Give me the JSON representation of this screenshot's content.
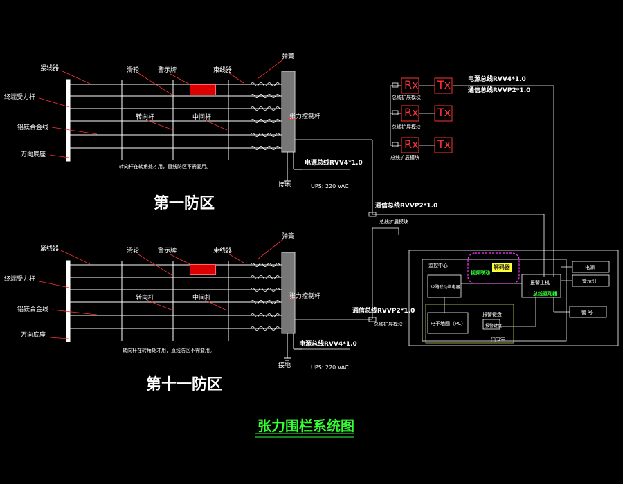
{
  "zone1": {
    "labels": {
      "tensioner": "紧线器",
      "pulley": "滑轮",
      "warning_sign": "警示牌",
      "bundler": "束线器",
      "spring": "弹簧",
      "end_post": "终端受力杆",
      "turn_post": "转向杆",
      "middle_post": "中间杆",
      "tension_control_post": "张力控制杆",
      "alloy_wire": "铝镁合金线",
      "universal_base": "万向底座",
      "note": "转向杆在转角处才用，直线防区不需要用。",
      "ground": "接地",
      "ups": "UPS: 220 VAC",
      "power_bus": "电源总线RVV4*1.0",
      "comm_bus": "通信总线RVVP2*1.0",
      "bus_ext": "总线扩展模块"
    },
    "zone_name": "第一防区"
  },
  "zone11": {
    "labels": {
      "tensioner": "紧线器",
      "pulley": "滑轮",
      "warning_sign": "警示牌",
      "bundler": "束线器",
      "spring": "弹簧",
      "end_post": "终端受力杆",
      "turn_post": "转向杆",
      "middle_post": "中间杆",
      "tension_control_post": "张力控制杆",
      "alloy_wire": "铝镁合金线",
      "universal_base": "万向底座",
      "note": "转向杆在转角处才用，直线防区不需要用。",
      "ground": "接地",
      "ups": "UPS: 220 VAC",
      "power_bus": "电源总线RVV4*1.0",
      "comm_bus": "通信总线RVVP2*1.0",
      "bus_ext": "总线扩展模块"
    },
    "zone_name": "第十一防区"
  },
  "network": {
    "rx": "Rx",
    "tx": "Tx",
    "power_bus": "电源总线RVV4*1.0",
    "comm_bus": "通信总线RVVP2*1.0",
    "bus_ext": "总线扩展模块"
  },
  "control_center": {
    "monitor_center": "监控中心",
    "relay_32": "32路联动继电器",
    "decoder": "解码器",
    "host": "报警主机",
    "bus_driver": "总线驱动器",
    "pc": "电子地图（PC）",
    "keyboard_area": "报警键盘",
    "keyboard": "报警键盘",
    "gate_guard": "门卫室",
    "power": "电源",
    "light": "警示灯",
    "siren": "警 号",
    "video": "视频联动"
  },
  "title": "张力围栏系统图",
  "colors": {
    "bg": "#000000",
    "line": "#ffffff",
    "red": "#ff3333",
    "green": "#33ff33",
    "yellow": "#ffff33",
    "magenta": "#ff33ff"
  }
}
